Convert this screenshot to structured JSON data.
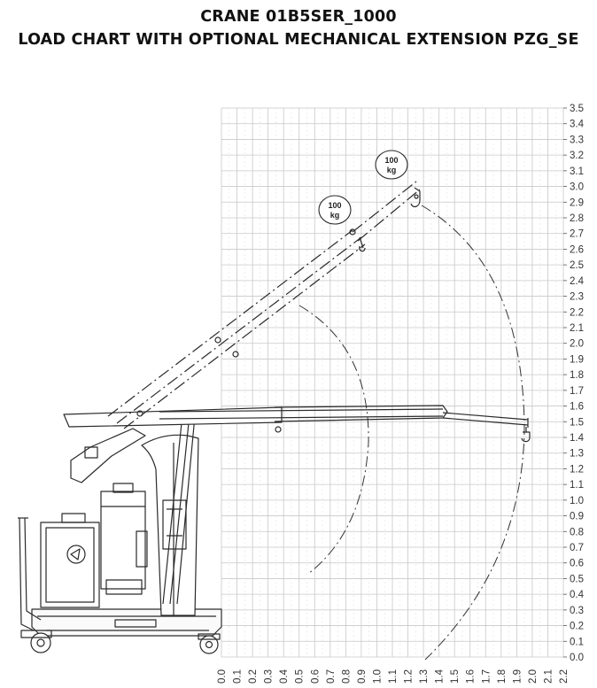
{
  "title": {
    "line1": "CRANE 01B5SER_1000",
    "line2": "LOAD CHART WITH OPTIONAL MECHANICAL EXTENSION PZG_SE"
  },
  "chart_data": {
    "type": "diagram",
    "x_ticks": [
      "0.0",
      "0.1",
      "0.2",
      "0.3",
      "0.4",
      "0.5",
      "0.6",
      "0.7",
      "0.8",
      "0.9",
      "1.0",
      "1.1",
      "1.2",
      "1.3",
      "1.4",
      "1.5",
      "1.6",
      "1.7",
      "1.8",
      "1.9",
      "2.0",
      "2.1",
      "2.2"
    ],
    "y_ticks": [
      "0.0",
      "0.1",
      "0.2",
      "0.3",
      "0.4",
      "0.5",
      "0.6",
      "0.7",
      "0.8",
      "0.9",
      "1.0",
      "1.1",
      "1.2",
      "1.3",
      "1.4",
      "1.5",
      "1.6",
      "1.7",
      "1.8",
      "1.9",
      "2.0",
      "2.1",
      "2.2",
      "2.3",
      "2.4",
      "2.5",
      "2.6",
      "2.7",
      "2.8",
      "2.9",
      "3.0",
      "3.1",
      "3.2",
      "3.3",
      "3.4",
      "3.5"
    ],
    "xlim": [
      0,
      2.2
    ],
    "ylim": [
      0,
      3.5
    ],
    "grid": true,
    "load_badges": [
      {
        "value": "100",
        "unit": "kg",
        "x": 0.74,
        "y": 2.95
      },
      {
        "value": "100",
        "unit": "kg",
        "x": 1.1,
        "y": 3.2
      }
    ]
  },
  "colors": {
    "grid": "#c8c8c8",
    "ink": "#2a2a2a",
    "text": "#333333"
  }
}
